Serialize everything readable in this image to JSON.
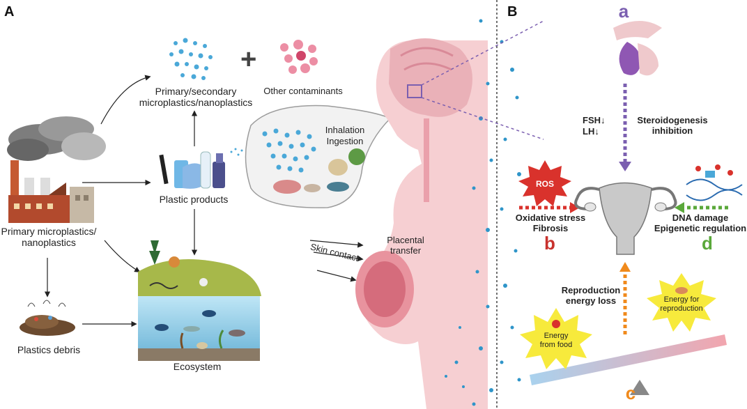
{
  "panels": {
    "a_label": "A",
    "b_label": "B"
  },
  "left": {
    "primary_secondary": "Primary/secondary\nmicroplastics/nanoplastics",
    "other_contaminants": "Other contaminants",
    "plastic_products": "Plastic products",
    "primary_source": "Primary microplastics/\nnanoplastics",
    "plastics_debris": "Plastics debris",
    "ecosystem": "Ecosystem",
    "inhalation": "Inhalation",
    "ingestion": "Ingestion",
    "skin_contact": "Skin contact",
    "placental_transfer": "Placental\ntransfer"
  },
  "right": {
    "letter_a": "a",
    "fsh": "FSH↓",
    "lh": "LH↓",
    "steroidogenesis": "Steroidogenesis\ninhibition",
    "ros": "ROS",
    "oxidative": "Oxidative stress\nFibrosis",
    "letter_b": "b",
    "dna": "DNA damage\nEpigenetic regulation",
    "letter_d": "d",
    "reproduction_loss": "Reproduction\nenergy loss",
    "energy_food": "Energy\nfrom food",
    "energy_repro": "Energy for\nreproduction",
    "letter_c": "c"
  },
  "colors": {
    "purple": "#7b5fb0",
    "red": "#c8322d",
    "green": "#5aa83a",
    "orange": "#f08a1c",
    "starburst": "#f7ea3c",
    "particle": "#4aa8d8"
  }
}
